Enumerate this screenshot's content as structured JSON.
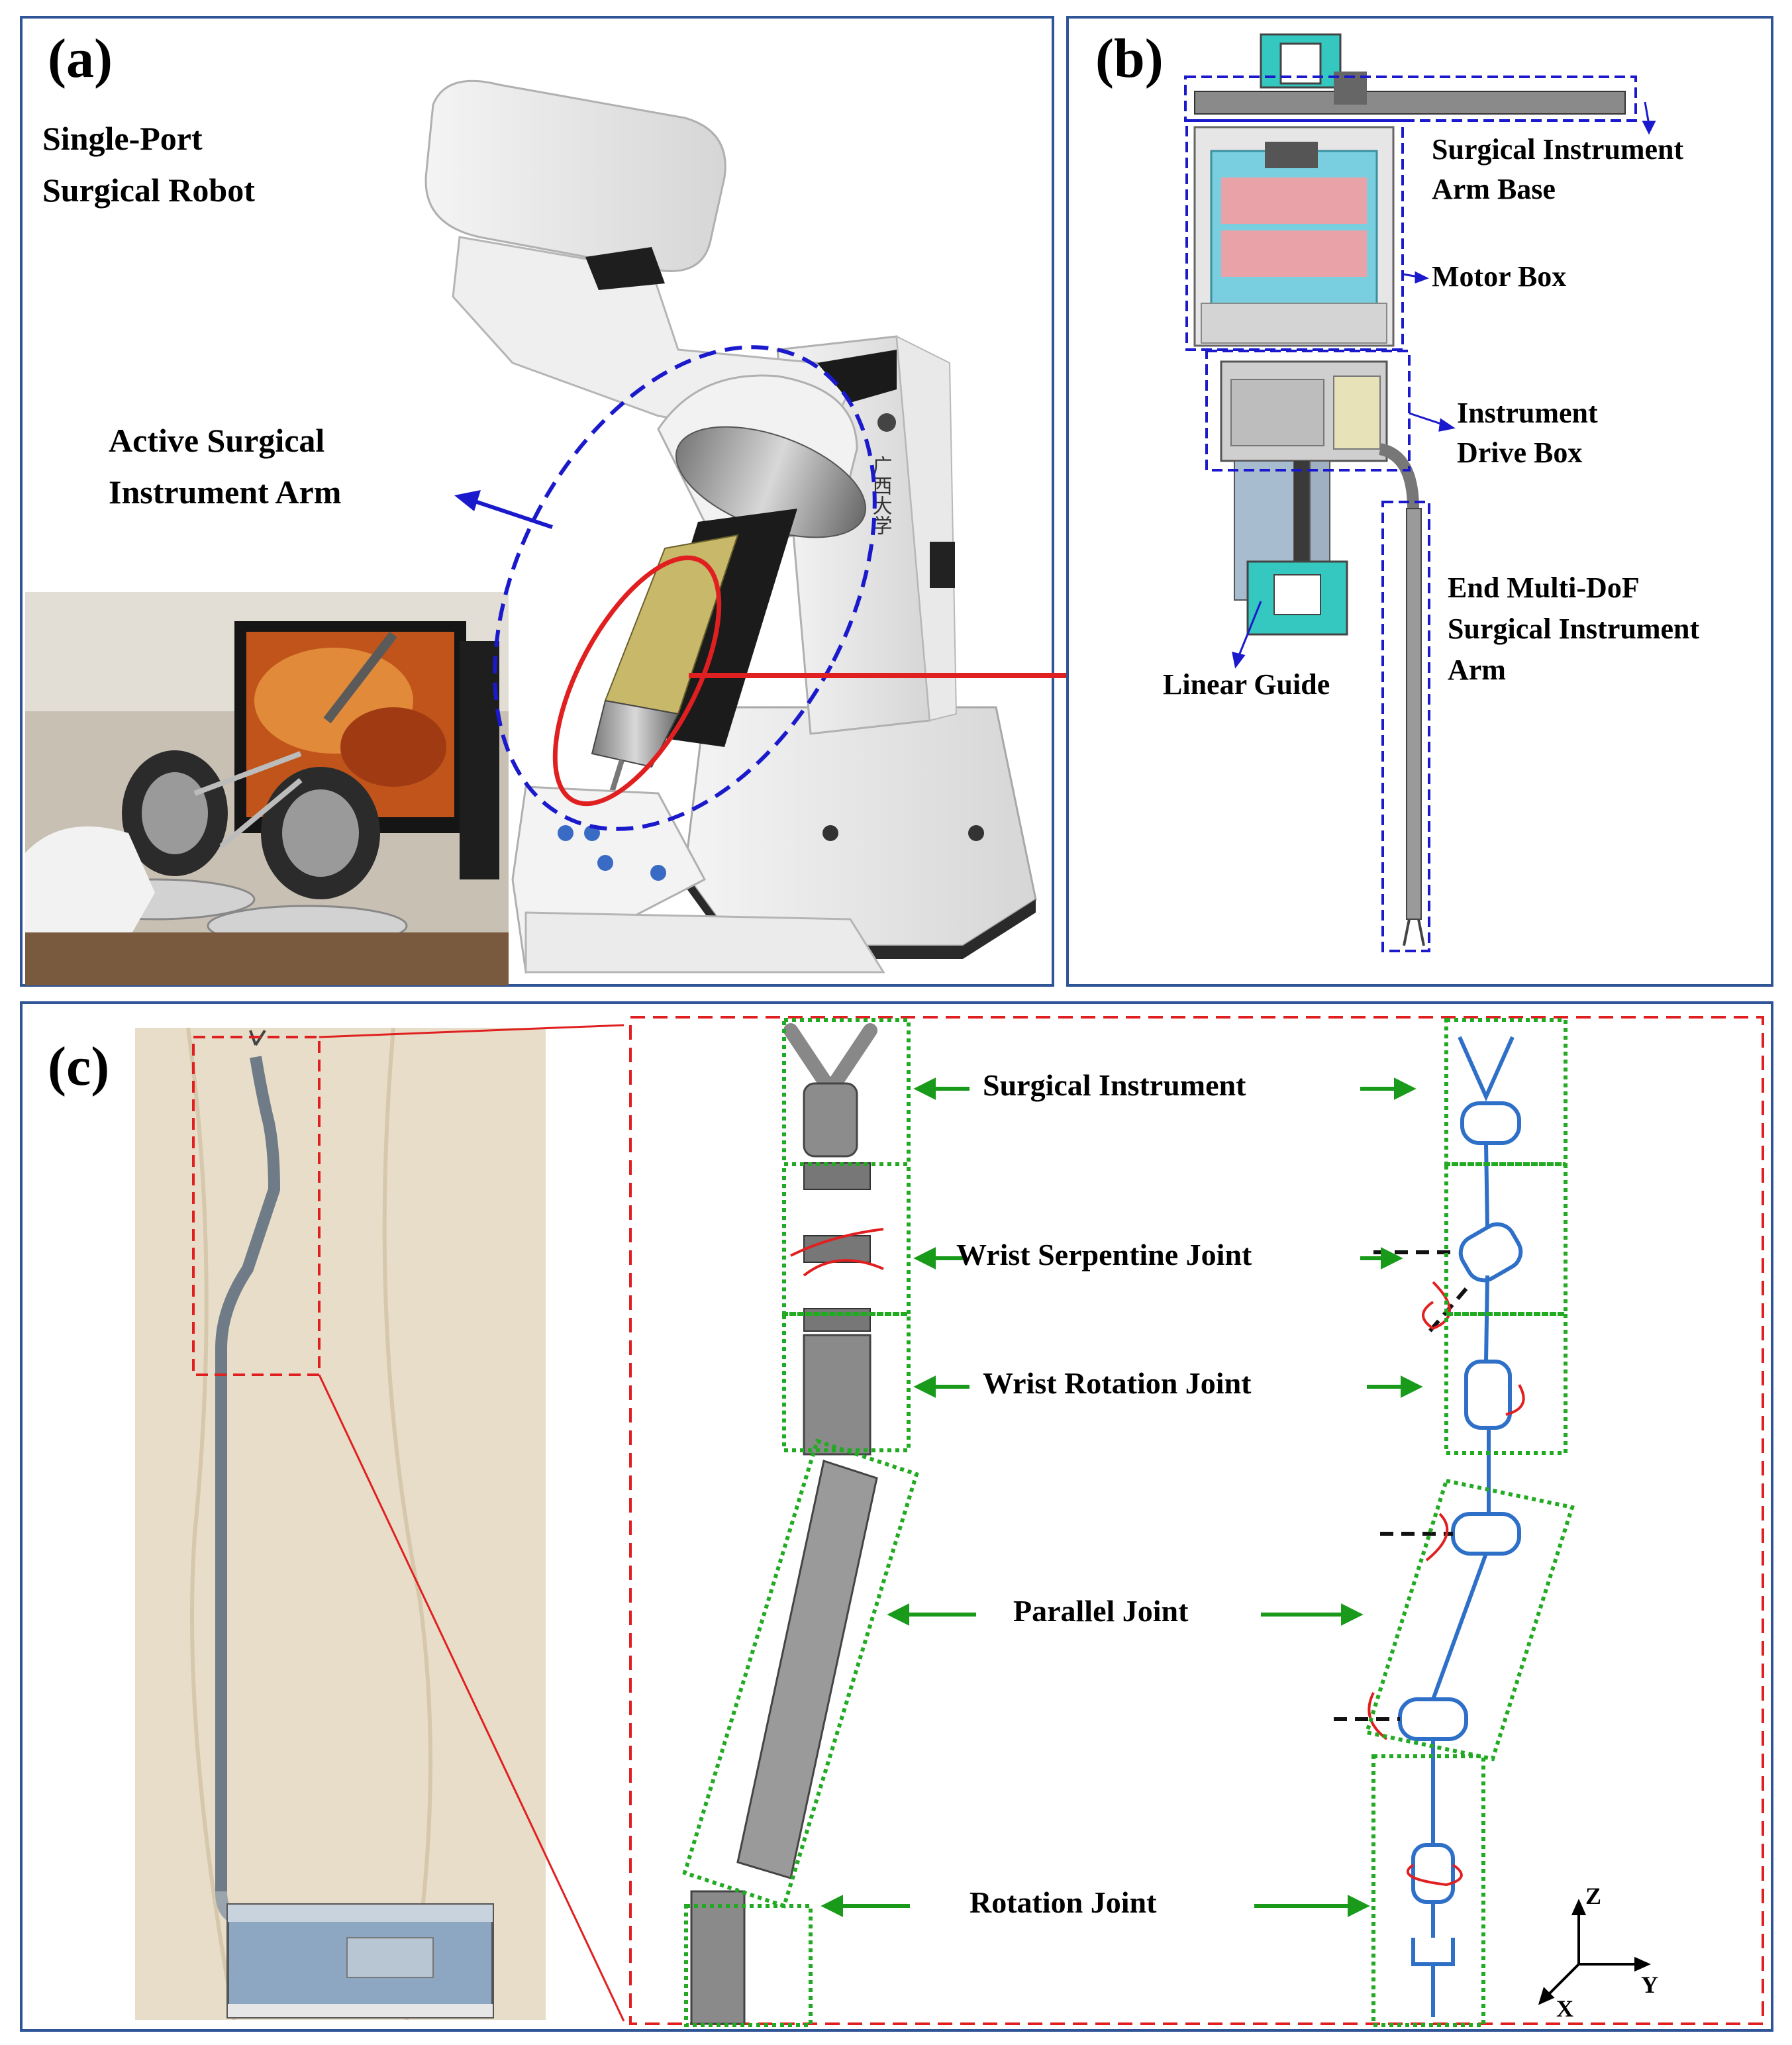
{
  "panel_a": {
    "label": "(a)",
    "title_line1": "Single-Port",
    "title_line2": "Surgical Robot",
    "arm_line1": "Active Surgical",
    "arm_line2": "Instrument Arm",
    "university_mark": "广西大学"
  },
  "panel_b": {
    "label": "(b)",
    "base_line1": "Surgical Instrument",
    "base_line2": "Arm Base",
    "motor_box": "Motor Box",
    "drive_line1": "Instrument",
    "drive_line2": "Drive Box",
    "end_line1": "End Multi-DoF",
    "end_line2": "Surgical Instrument",
    "end_line3": "Arm",
    "linear_guide": "Linear Guide"
  },
  "panel_c": {
    "label": "(c)",
    "joints": {
      "surgical_instrument": "Surgical Instrument",
      "wrist_serpentine": "Wrist Serpentine Joint",
      "wrist_rotation": "Wrist Rotation Joint",
      "parallel": "Parallel Joint",
      "rotation": "Rotation Joint"
    },
    "axes": {
      "z": "Z",
      "y": "Y",
      "x": "X"
    }
  },
  "colors": {
    "panel_border": "#2f5597",
    "callout_blue": "#1a1acc",
    "arrow_red": "#e02020",
    "arrow_green": "#1a9a1a",
    "box_green": "#22aa22",
    "link_blue": "#2e6fc8"
  }
}
